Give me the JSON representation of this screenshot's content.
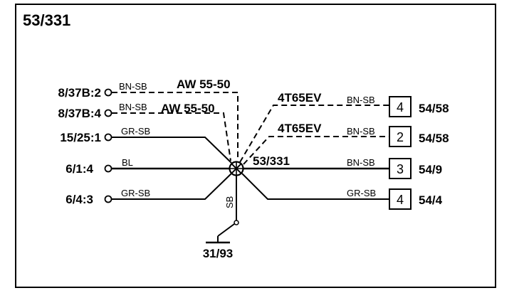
{
  "title": "53/331",
  "ground": {
    "wire_color": "SB",
    "terminal": "31/93"
  },
  "splice": {
    "label": "53/331"
  },
  "left_connections": [
    {
      "id": "8/37B:2",
      "wire_color": "BN-SB",
      "variant": "AW 55-50"
    },
    {
      "id": "8/37B:4",
      "wire_color": "BN-SB",
      "variant": "AW 55-50"
    },
    {
      "id": "15/25:1",
      "wire_color": "GR-SB"
    },
    {
      "id": "6/1:4",
      "wire_color": "BL"
    },
    {
      "id": "6/4:3",
      "wire_color": "GR-SB"
    }
  ],
  "right_connections": [
    {
      "variant": "4T65EV",
      "wire_color": "BN-SB",
      "pin": "4",
      "connector": "54/58"
    },
    {
      "variant": "4T65EV",
      "wire_color": "BN-SB",
      "pin": "2",
      "connector": "54/58"
    },
    {
      "wire_color": "BN-SB",
      "pin": "3",
      "connector": "54/9"
    },
    {
      "wire_color": "GR-SB",
      "pin": "4",
      "connector": "54/4"
    }
  ]
}
